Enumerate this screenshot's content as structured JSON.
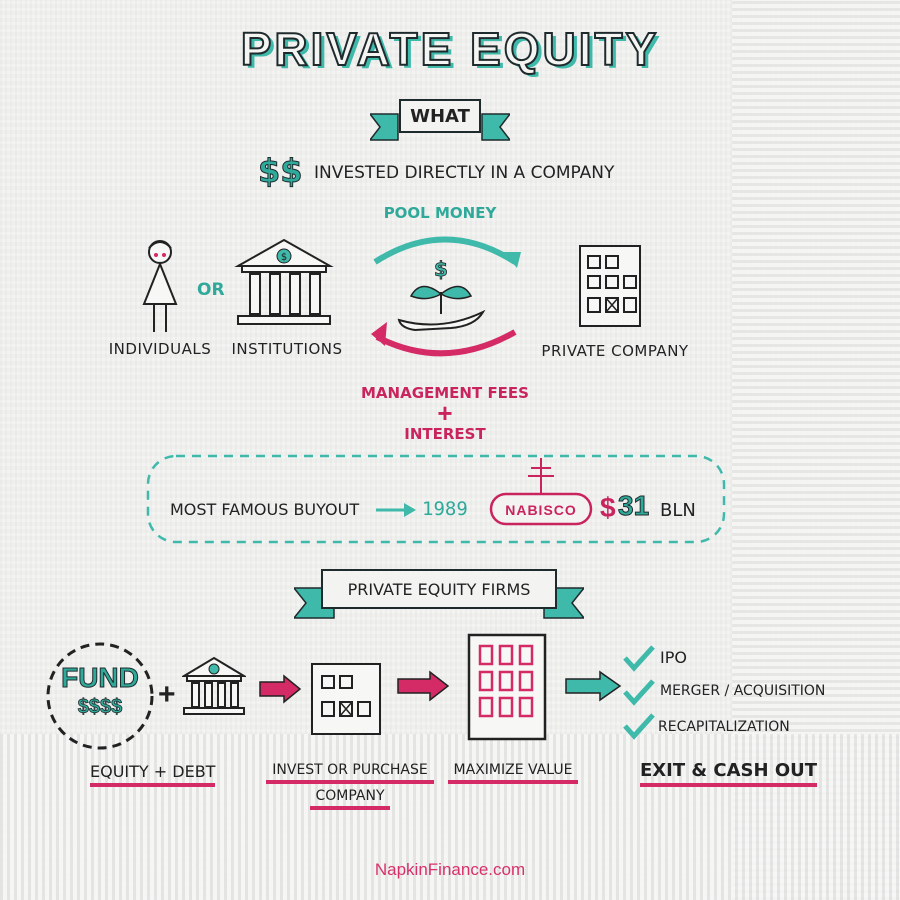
{
  "title": "PRIVATE EQUITY",
  "what": {
    "banner": "WHAT",
    "dollar_sign": "$$",
    "definition": "INVESTED DIRECTLY IN A COMPANY"
  },
  "flow": {
    "pool_money": "POOL MONEY",
    "individuals": "INDIVIDUALS",
    "or": "OR",
    "institutions": "INSTITUTIONS",
    "private_company": "PRIVATE COMPANY",
    "management_fees": "MANAGEMENT FEES",
    "plus": "+",
    "interest": "INTEREST"
  },
  "buyout": {
    "label": "MOST FAMOUS BUYOUT",
    "year": "1989",
    "company": "NABISCO",
    "dollar": "$",
    "amount": "31",
    "unit": "BLN"
  },
  "firms": {
    "banner": "PRIVATE EQUITY FIRMS",
    "fund": "FUND",
    "fund_dollars": "$$$$",
    "plus": "+",
    "exits": [
      "IPO",
      "MERGER / ACQUISITION",
      "RECAPITALIZATION"
    ],
    "steps": {
      "equity_debt": "EQUITY + DEBT",
      "invest_line1": "INVEST OR PURCHASE",
      "invest_line2": "COMPANY",
      "maximize": "MAXIMIZE VALUE",
      "exit": "EXIT & CASH OUT"
    }
  },
  "footer": {
    "url": "NapkinFinance.com"
  },
  "colors": {
    "teal": "#3fb9aa",
    "pink": "#d42b66",
    "ink": "#222222"
  }
}
